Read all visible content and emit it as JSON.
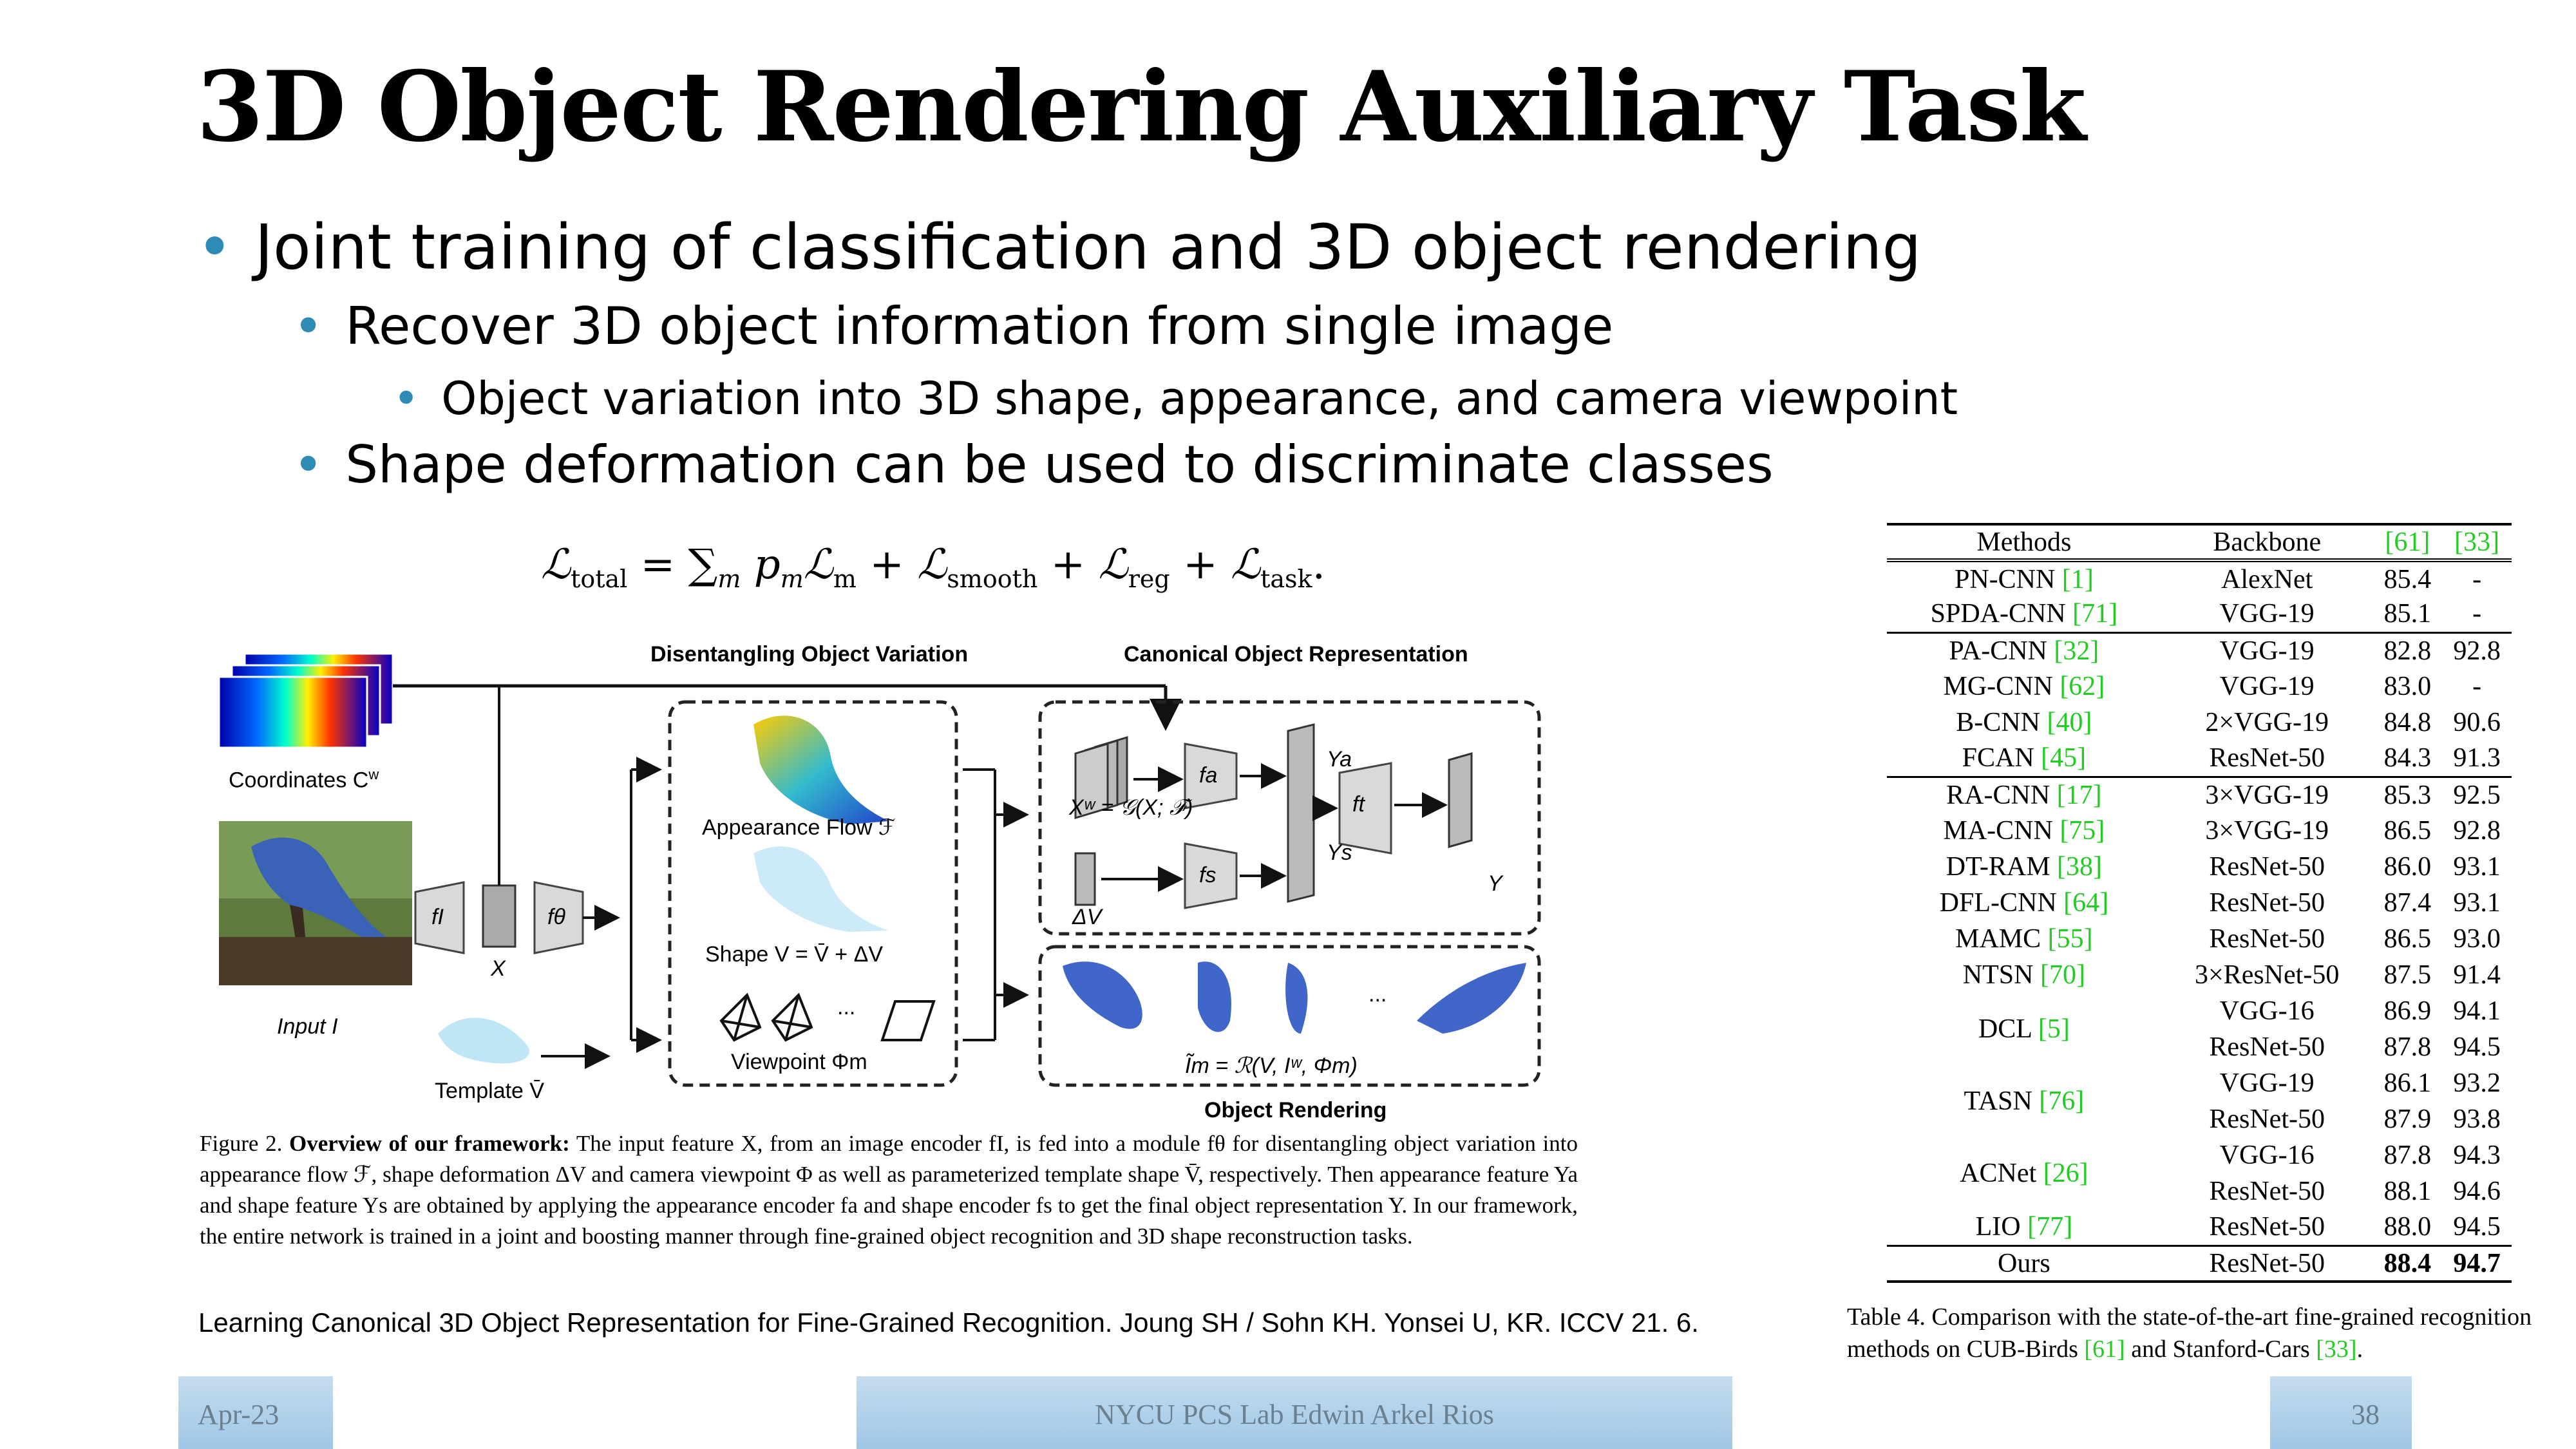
{
  "slide": {
    "title": "3D Object Rendering Auxiliary Task",
    "bullets": [
      "Joint training of classification and 3D object rendering",
      "Recover 3D object information from single image",
      "Object variation into 3D shape, appearance, and camera viewpoint",
      "Shape deformation can be used to discriminate classes"
    ],
    "bullet_char": "•",
    "accent_color": "#2e8bb5"
  },
  "figure": {
    "heading_left": "Disentangling Object Variation",
    "heading_right": "Canonical Object Representation",
    "coordinates_label": "Coordinates C",
    "coordinates_sup": "w",
    "input_label": "Input I",
    "template_label": "Template V̄",
    "appearance_label": "Appearance Flow ℱ",
    "shape_label": "Shape V = V̄ + ΔV",
    "viewpoint_label": "Viewpoint Φm",
    "xw_label": "Xʷ = 𝒢(X; ℱ)",
    "dv_label": "ΔV",
    "x_label": "X",
    "y_label": "Y",
    "ya_label": "Ya",
    "ys_label": "Ys",
    "fi_label": "fI",
    "ftheta_label": "fθ",
    "fa_label": "fa",
    "fs_label": "fs",
    "ft_label": "ft",
    "render_eq": "Ĩm = ℛ(V, Iʷ, Φm)",
    "render_label": "Object Rendering",
    "ellipsis": "...",
    "caption_fig": "Figure 2.",
    "caption_head": "Overview of our framework:",
    "caption_body": "The input feature X, from an image encoder fI, is fed into a module fθ for disentangling object variation into appearance flow ℱ, shape deformation ΔV and camera viewpoint Φ as well as parameterized template shape V̄, respectively. Then appearance feature Ya and shape feature Ys are obtained by applying the appearance encoder fa and shape encoder fs to get the final object representation Y. In our framework, the entire network is trained in a joint and boosting manner through fine-grained object recognition and 3D shape reconstruction tasks."
  },
  "citation": "Learning Canonical 3D Object Representation for Fine-Grained Recognition. Joung SH / Sohn KH. Yonsei U, KR. ICCV 21. 6.",
  "table": {
    "headers": [
      "Methods",
      "Backbone",
      "[61]",
      "[33]"
    ],
    "rows": [
      {
        "method": "PN-CNN",
        "ref": "[1]",
        "backbone": "AlexNet",
        "cub": "85.4",
        "cars": "-"
      },
      {
        "method": "SPDA-CNN",
        "ref": "[71]",
        "backbone": "VGG-19",
        "cub": "85.1",
        "cars": "-"
      },
      {
        "method": "PA-CNN",
        "ref": "[32]",
        "backbone": "VGG-19",
        "cub": "82.8",
        "cars": "92.8"
      },
      {
        "method": "MG-CNN",
        "ref": "[62]",
        "backbone": "VGG-19",
        "cub": "83.0",
        "cars": "-"
      },
      {
        "method": "B-CNN",
        "ref": "[40]",
        "backbone": "2×VGG-19",
        "cub": "84.8",
        "cars": "90.6"
      },
      {
        "method": "FCAN",
        "ref": "[45]",
        "backbone": "ResNet-50",
        "cub": "84.3",
        "cars": "91.3"
      },
      {
        "method": "RA-CNN",
        "ref": "[17]",
        "backbone": "3×VGG-19",
        "cub": "85.3",
        "cars": "92.5"
      },
      {
        "method": "MA-CNN",
        "ref": "[75]",
        "backbone": "3×VGG-19",
        "cub": "86.5",
        "cars": "92.8"
      },
      {
        "method": "DT-RAM",
        "ref": "[38]",
        "backbone": "ResNet-50",
        "cub": "86.0",
        "cars": "93.1"
      },
      {
        "method": "DFL-CNN",
        "ref": "[64]",
        "backbone": "ResNet-50",
        "cub": "87.4",
        "cars": "93.1"
      },
      {
        "method": "MAMC",
        "ref": "[55]",
        "backbone": "ResNet-50",
        "cub": "86.5",
        "cars": "93.0"
      },
      {
        "method": "NTSN",
        "ref": "[70]",
        "backbone": "3×ResNet-50",
        "cub": "87.5",
        "cars": "91.4"
      },
      {
        "method": "DCL",
        "ref": "[5]",
        "backbone": "VGG-16",
        "cub": "86.9",
        "cars": "94.1"
      },
      {
        "method": "",
        "ref": "",
        "backbone": "ResNet-50",
        "cub": "87.8",
        "cars": "94.5"
      },
      {
        "method": "TASN",
        "ref": "[76]",
        "backbone": "VGG-19",
        "cub": "86.1",
        "cars": "93.2"
      },
      {
        "method": "",
        "ref": "",
        "backbone": "ResNet-50",
        "cub": "87.9",
        "cars": "93.8"
      },
      {
        "method": "ACNet",
        "ref": "[26]",
        "backbone": "VGG-16",
        "cub": "87.8",
        "cars": "94.3"
      },
      {
        "method": "",
        "ref": "",
        "backbone": "ResNet-50",
        "cub": "88.1",
        "cars": "94.6"
      },
      {
        "method": "LIO",
        "ref": "[77]",
        "backbone": "ResNet-50",
        "cub": "88.0",
        "cars": "94.5"
      },
      {
        "method": "Ours",
        "ref": "",
        "backbone": "ResNet-50",
        "cub": "88.4",
        "cars": "94.7"
      }
    ],
    "caption_pre": "Table 4. Comparison with the state-of-the-art fine-grained recognition methods on CUB-Birds",
    "caption_ref1": "[61]",
    "caption_mid": "and Stanford-Cars",
    "caption_ref2": "[33]",
    "caption_end": ".",
    "ref_color": "#22cc22"
  },
  "footer": {
    "date": "Apr-23",
    "lab": "NYCU PCS Lab Edwin Arkel Rios",
    "page": "38"
  }
}
